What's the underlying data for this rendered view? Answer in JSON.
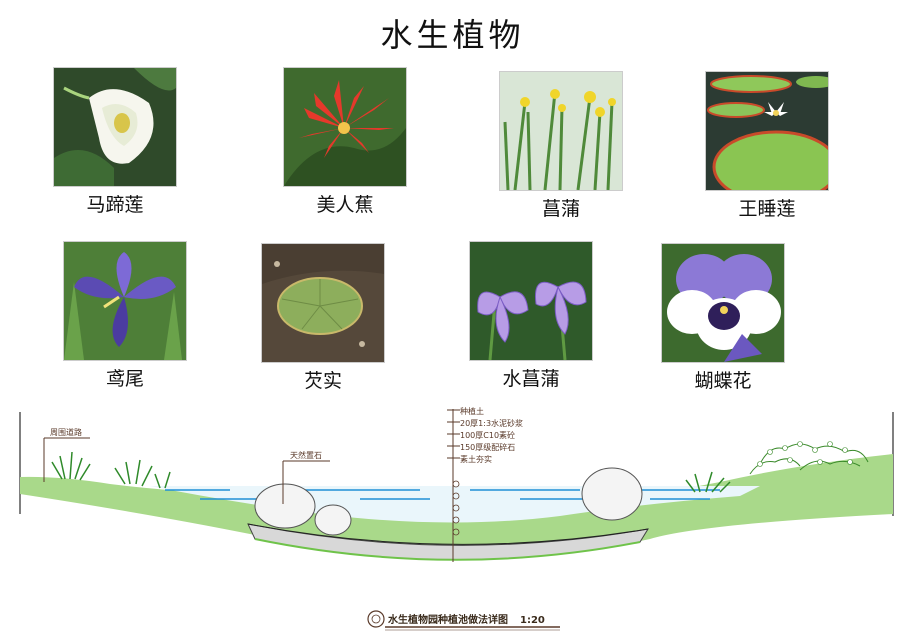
{
  "title": "水生植物",
  "plants": [
    {
      "name": "马蹄莲",
      "icon": "calla-lily-photo"
    },
    {
      "name": "美人蕉",
      "icon": "canna-photo"
    },
    {
      "name": "菖蒲",
      "icon": "calamus-photo"
    },
    {
      "name": "王睡莲",
      "icon": "giant-water-lily-photo"
    },
    {
      "name": "鸢尾",
      "icon": "iris-photo"
    },
    {
      "name": "芡实",
      "icon": "euryale-photo"
    },
    {
      "name": "水菖蒲",
      "icon": "japanese-iris-photo"
    },
    {
      "name": "蝴蝶花",
      "icon": "pansy-photo"
    }
  ],
  "section": {
    "left_label": "周围道路",
    "rock_label": "天然置石",
    "layers": [
      "种植土",
      "20厚1:3水泥砂浆",
      "100厚C10素砼",
      "150厚级配碎石",
      "素土夯实"
    ],
    "caption": "水生植物园种植池做法详图",
    "scale": "1:20"
  },
  "colors": {
    "grass": "#9bd27a",
    "water": "#dff0f8",
    "annotation": "#5a3a2a",
    "accent_red": "#c33"
  }
}
